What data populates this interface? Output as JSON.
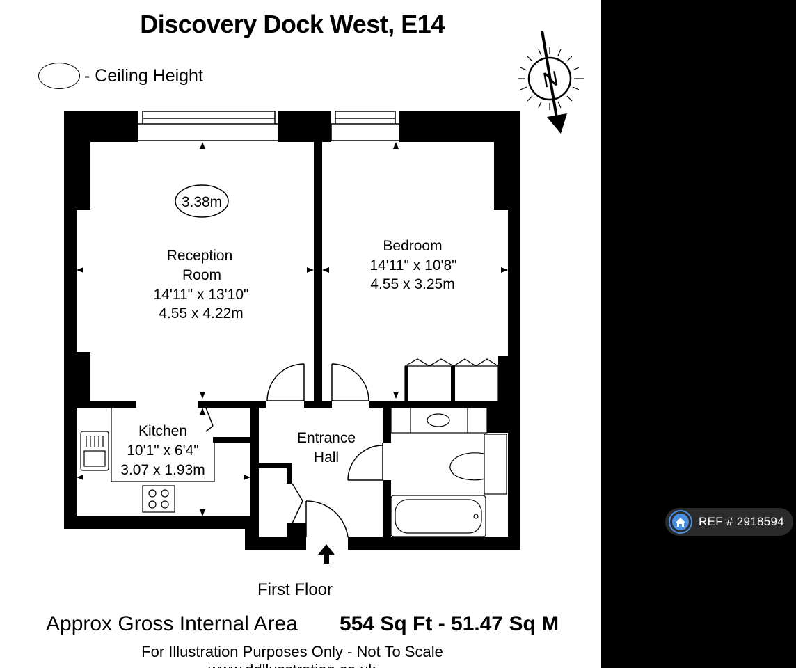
{
  "title": "Discovery Dock West, E14",
  "legend": {
    "label": "- Ceiling Height"
  },
  "compass": {
    "label": "N"
  },
  "ceiling_height": "3.38m",
  "rooms": {
    "reception": {
      "name_line1": "Reception",
      "name_line2": "Room",
      "imperial": "14'11\" x 13'10\"",
      "metric": "4.55 x 4.22m"
    },
    "bedroom": {
      "name": "Bedroom",
      "imperial": "14'11\" x 10'8\"",
      "metric": "4.55 x 3.25m"
    },
    "kitchen": {
      "name": "Kitchen",
      "imperial": "10'1\" x 6'4\"",
      "metric": "3.07 x 1.93m"
    },
    "hall": {
      "name_line1": "Entrance",
      "name_line2": "Hall"
    }
  },
  "floor_label": "First Floor",
  "area": {
    "label": "Approx Gross Internal Area",
    "value": "554 Sq Ft  -  51.47 Sq M"
  },
  "disclaimer": "For Illustration Purposes Only - Not To Scale",
  "disclaimer_cut": "www.ddllusstration.co.uk",
  "reference": {
    "label": "REF # 2918594",
    "icon": "home-icon"
  }
}
